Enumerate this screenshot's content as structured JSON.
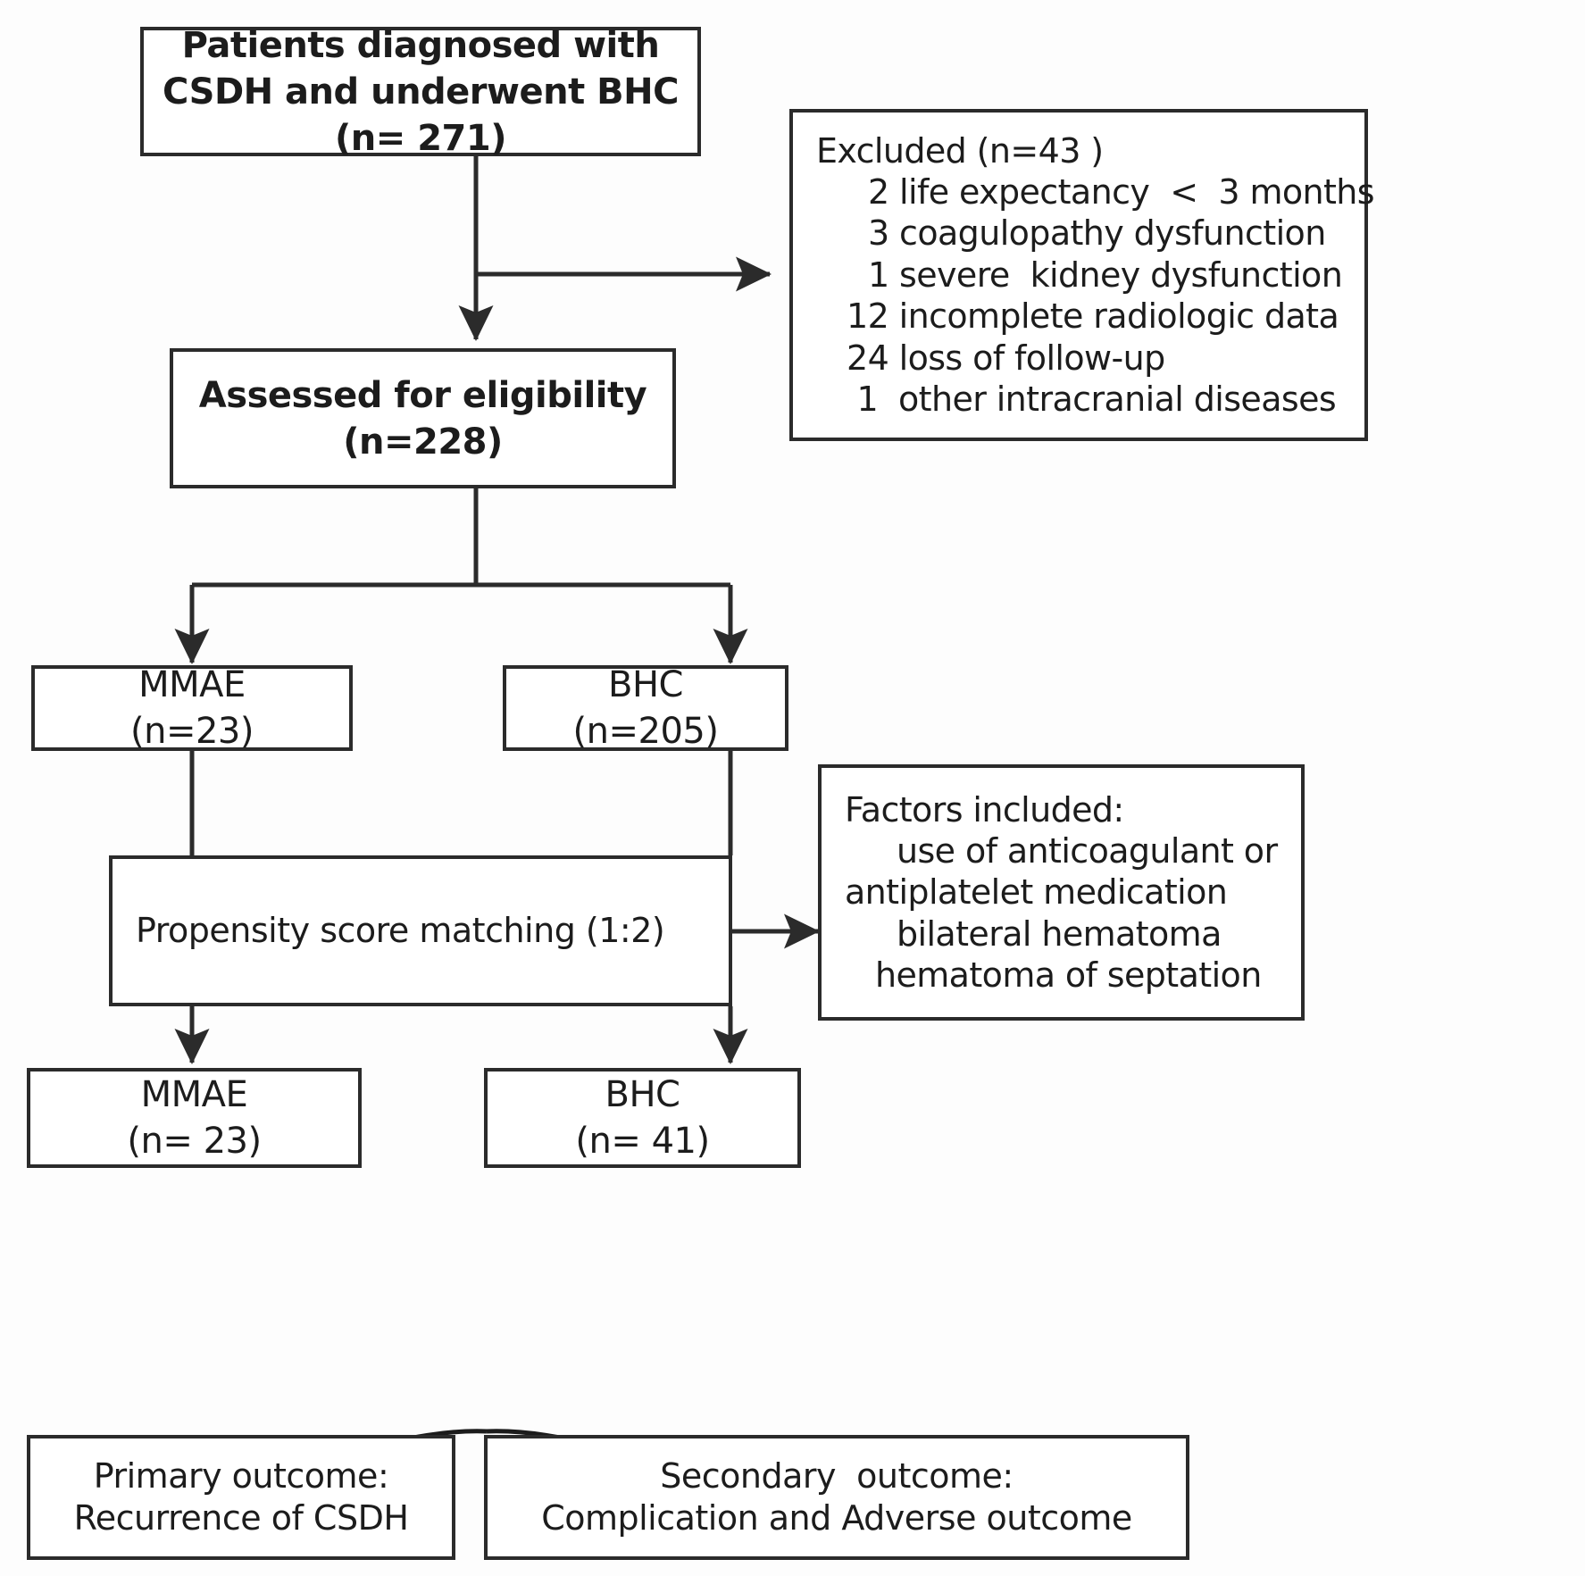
{
  "diagram": {
    "title": "CSDH MMAE vs BHC study flow diagram",
    "stroke_color": "#2b2b2b",
    "background_color": "#fdfdfd",
    "text_color": "#1c1c1c"
  },
  "nodes": {
    "enrollment": {
      "lines": [
        "Patients diagnosed with",
        "CSDH and underwent BHC",
        "(n= 271)"
      ]
    },
    "excluded": {
      "header": "Excluded (n=43 )",
      "items": [
        "2 life expectancy  <  3 months",
        "3 coagulopathy dysfunction",
        "1 severe  kidney dysfunction",
        "12 incomplete radiologic data",
        "24 loss of follow-up",
        " 1  other intracranial diseases"
      ]
    },
    "eligibility": {
      "lines": [
        "Assessed for eligibility",
        "(n=228)"
      ]
    },
    "mmae_pre": {
      "lines": [
        "MMAE",
        "(n=23)"
      ]
    },
    "bhc_pre": {
      "lines": [
        "BHC",
        "(n=205)"
      ]
    },
    "psm": {
      "lines": [
        "Propensity score matching (1:2)"
      ]
    },
    "factors": {
      "header": "Factors included:",
      "items": [
        "use of anticoagulant or",
        "antiplatelet medication",
        "bilateral hematoma",
        "hematoma of septation"
      ]
    },
    "mmae_post": {
      "lines": [
        "MMAE",
        "(n= 23)"
      ]
    },
    "bhc_post": {
      "lines": [
        "BHC",
        "(n= 41)"
      ]
    },
    "primary_outcome": {
      "lines": [
        "Primary outcome:",
        "Recurrence of CSDH"
      ]
    },
    "secondary_outcome": {
      "lines": [
        "Secondary  outcome:",
        "Complication and Adverse outcome"
      ]
    }
  },
  "connectors": [
    {
      "name": "enrollment-to-eligibility",
      "kind": "arrow-down"
    },
    {
      "name": "enrollment-to-excluded",
      "kind": "arrow-right"
    },
    {
      "name": "eligibility-to-mmae-pre",
      "kind": "split-arrow-down"
    },
    {
      "name": "eligibility-to-bhc-pre",
      "kind": "split-arrow-down"
    },
    {
      "name": "mmae-pre-to-psm",
      "kind": "arrow-down"
    },
    {
      "name": "bhc-pre-to-psm",
      "kind": "arrow-down"
    },
    {
      "name": "psm-to-factors",
      "kind": "arrow-right"
    },
    {
      "name": "psm-to-mmae-post",
      "kind": "arrow-down"
    },
    {
      "name": "psm-to-bhc-post",
      "kind": "arrow-down"
    },
    {
      "name": "groups-to-primary-outcome",
      "kind": "curved-arrow"
    },
    {
      "name": "groups-to-secondary-outcome",
      "kind": "curved-arrow"
    }
  ]
}
